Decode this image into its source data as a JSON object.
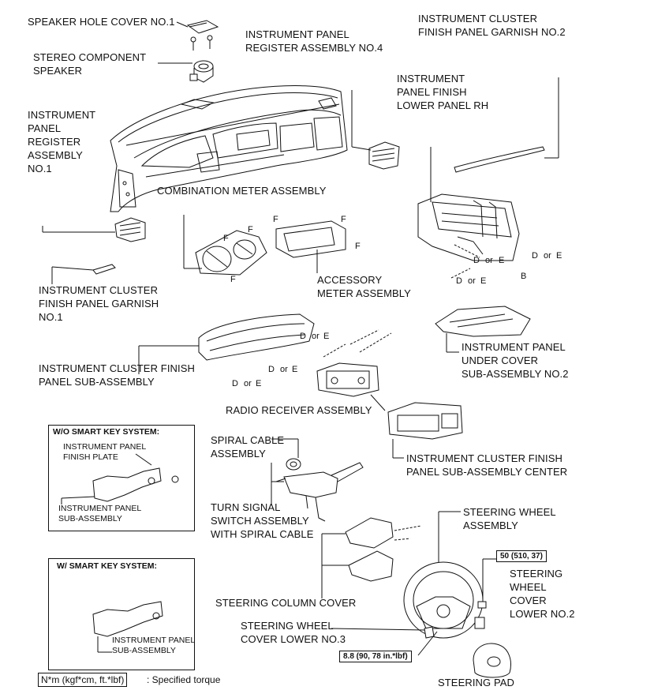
{
  "labels": {
    "speaker_hole_cover": "SPEAKER HOLE COVER NO.1",
    "stereo_component_speaker": "STEREO COMPONENT\nSPEAKER",
    "register_no4": "INSTRUMENT PANEL\nREGISTER ASSEMBLY NO.4",
    "finish_panel_garnish_no2": "INSTRUMENT CLUSTER\nFINISH PANEL GARNISH NO.2",
    "finish_lower_panel_rh": "INSTRUMENT\nPANEL FINISH\nLOWER PANEL RH",
    "register_no1": "INSTRUMENT\nPANEL\nREGISTER\nASSEMBLY\nNO.1",
    "combination_meter": "COMBINATION METER ASSEMBLY",
    "finish_panel_garnish_no1": "INSTRUMENT CLUSTER\nFINISH PANEL GARNISH\nNO.1",
    "accessory_meter": "ACCESSORY\nMETER ASSEMBLY",
    "under_cover_no2": "INSTRUMENT PANEL\nUNDER COVER\nSUB-ASSEMBLY NO.2",
    "finish_panel_sub": "INSTRUMENT CLUSTER FINISH\nPANEL SUB-ASSEMBLY",
    "radio_receiver": "RADIO RECEIVER ASSEMBLY",
    "finish_panel_center": "INSTRUMENT CLUSTER FINISH\nPANEL SUB-ASSEMBLY CENTER",
    "spiral_cable": "SPIRAL CABLE\nASSEMBLY",
    "turn_signal": "TURN SIGNAL\nSWITCH ASSEMBLY\nWITH SPIRAL CABLE",
    "steering_wheel": "STEERING WHEEL\nASSEMBLY",
    "column_cover": "STEERING COLUMN COVER",
    "wheel_cover_lower_no2": "STEERING\nWHEEL\nCOVER\nLOWER NO.2",
    "wheel_cover_lower_no3": "STEERING WHEEL\nCOVER LOWER NO.3",
    "steering_pad": "STEERING PAD"
  },
  "inset_wo": {
    "title": "W/O SMART KEY SYSTEM:",
    "finish_plate": "INSTRUMENT PANEL\nFINISH PLATE",
    "sub_assembly": "INSTRUMENT PANEL\nSUB-ASSEMBLY"
  },
  "inset_w": {
    "title": "W/ SMART KEY SYSTEM:",
    "sub_assembly": "INSTRUMENT PANEL\nSUB-ASSEMBLY"
  },
  "torques": {
    "wheel": "50 (510, 37)",
    "pad": "8.8 (90, 78 in.*lbf)"
  },
  "legend": {
    "unit": "N*m (kgf*cm, ft.*lbf)",
    "text": ": Specified torque"
  },
  "clip_codes": {
    "f": "F",
    "d": "D",
    "e": "E",
    "b": "B",
    "or": "or"
  }
}
